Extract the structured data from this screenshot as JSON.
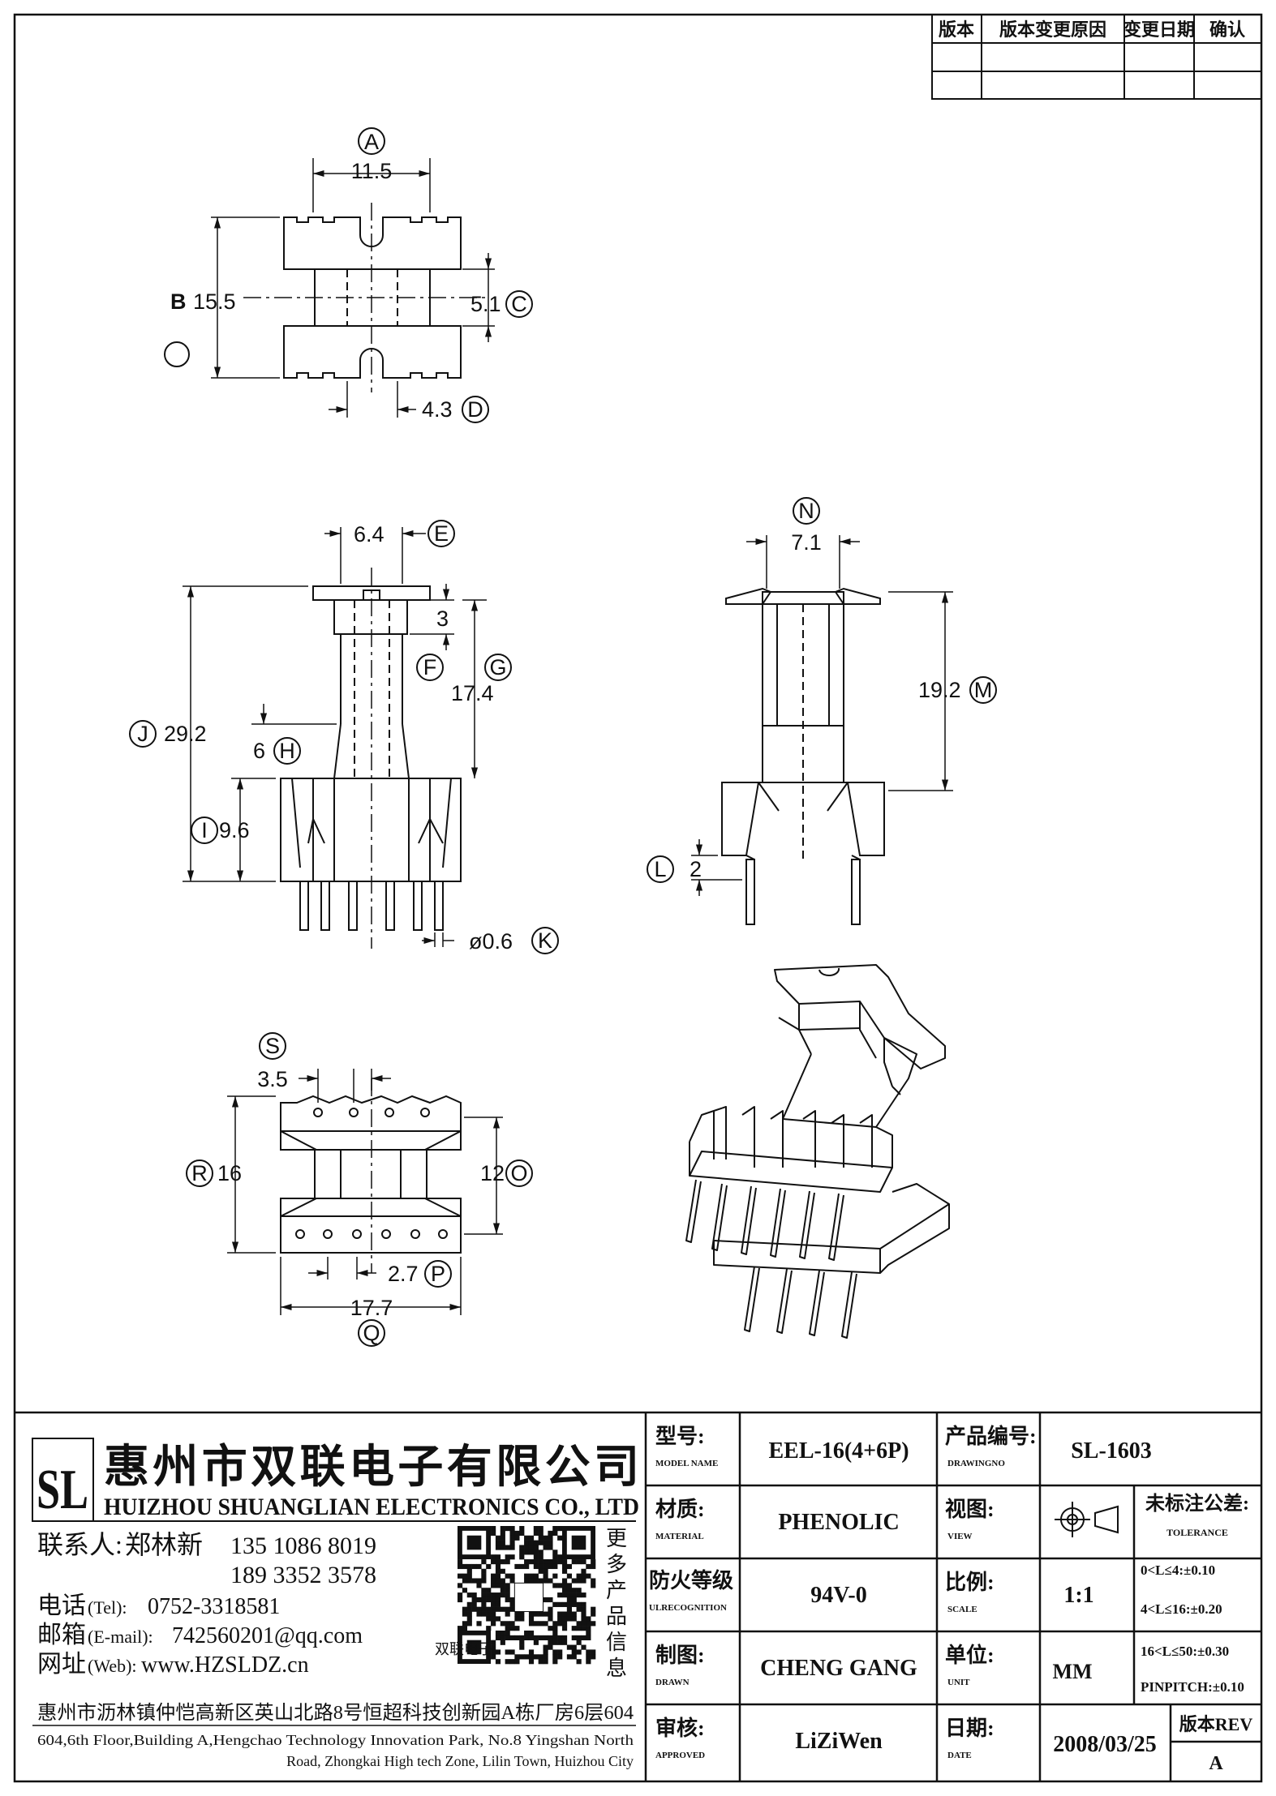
{
  "revision_table": {
    "headers": [
      "版本",
      "版本变更原因",
      "变更日期",
      "确认"
    ]
  },
  "top_view": {
    "A": {
      "letter": "A",
      "value": "11.5"
    },
    "B": {
      "letter": "B",
      "value": "15.5"
    },
    "C": {
      "letter": "C",
      "value": "5.1"
    },
    "D": {
      "letter": "D",
      "value": "4.3"
    }
  },
  "front_view": {
    "E": {
      "letter": "E",
      "value": "6.4"
    },
    "F": {
      "letter": "F",
      "value": "3"
    },
    "G": {
      "letter": "G",
      "value": "17.4"
    },
    "H": {
      "letter": "H",
      "value": "6"
    },
    "I": {
      "letter": "I",
      "value": "9.6"
    },
    "J": {
      "letter": "J",
      "value": "29.2"
    },
    "K": {
      "letter": "K",
      "value": "ø0.6"
    }
  },
  "side_view": {
    "N": {
      "letter": "N",
      "value": "7.1"
    },
    "M": {
      "letter": "M",
      "value": "19.2"
    },
    "L": {
      "letter": "L",
      "value": "2"
    }
  },
  "bottom_view": {
    "S": {
      "letter": "S",
      "value": "3.5"
    },
    "R": {
      "letter": "R",
      "value": "16"
    },
    "O": {
      "letter": "O",
      "value": "12"
    },
    "P": {
      "letter": "P",
      "value": "2.7"
    },
    "Q": {
      "letter": "Q",
      "value": "17.7"
    }
  },
  "company": {
    "logo_letters": "SL",
    "name_cn": "惠州市双联电子有限公司",
    "name_en": "HUIZHOU SHUANGLIAN ELECTRONICS CO., LTD",
    "contact_label": "联系人:",
    "contact_name": "郑林新",
    "phone1": "135 1086 8019",
    "phone2": "189 3352 3578",
    "tel_label": "电话",
    "tel_label_en": "(Tel):",
    "tel": "0752-3318581",
    "email_label": "邮箱",
    "email_label_en": "(E-mail):",
    "email": "742560201@qq.com",
    "web_label": "网址",
    "web_label_en": "(Web):",
    "web": "www.HZSLDZ.cn",
    "qr_caption": [
      "更",
      "多",
      "产",
      "品",
      "信",
      "息"
    ],
    "qr_center": "双联电子",
    "address_cn": "惠州市沥林镇仲恺高新区英山北路8号恒超科技创新园A栋厂房6层604",
    "address_en_1": "604,6th Floor,Building A,Hengchao Technology Innovation Park, No.8 Yingshan North",
    "address_en_2": "Road, Zhongkai High tech Zone, Lilin Town, Huizhou City"
  },
  "title_block": {
    "model_label": "型号:",
    "model_label_en": "MODEL NAME",
    "model": "EEL-16(4+6P)",
    "drawing_label": "产品编号:",
    "drawing_label_en": "DRAWINGNO",
    "drawing_no": "SL-1603",
    "material_label": "材质:",
    "material_label_en": "MATERIAL",
    "material": "PHENOLIC",
    "view_label": "视图:",
    "view_label_en": "VIEW",
    "tolerance_label": "未标注公差:",
    "tolerance_label_en": "TOLERANCE",
    "tolerances": [
      "0<L≤4:±0.10",
      "4<L≤16:±0.20",
      "16<L≤50:±0.30",
      "PINPITCH:±0.10"
    ],
    "flame_label": "防火等级",
    "flame_label_en": "ULRECOGNITION",
    "flame": "94V-0",
    "scale_label": "比例:",
    "scale_label_en": "SCALE",
    "scale": "1:1",
    "drawn_label": "制图:",
    "drawn_label_en": "DRAWN",
    "drawn": "CHENG GANG",
    "unit_label": "单位:",
    "unit_label_en": "UNIT",
    "unit": "MM",
    "approved_label": "审核:",
    "approved_label_en": "APPROVED",
    "approved": "LiZiWen",
    "date_label": "日期:",
    "date_label_en": "DATE",
    "date": "2008/03/25",
    "rev_label": "版本REV",
    "rev": "A"
  }
}
